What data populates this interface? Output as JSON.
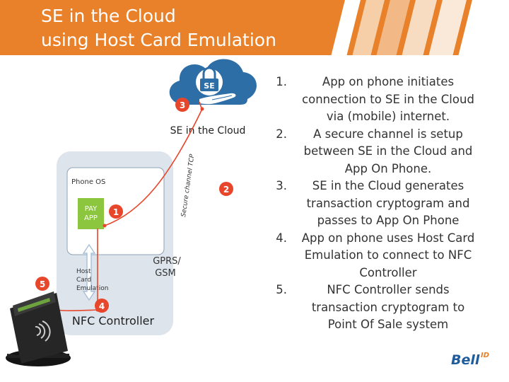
{
  "header": {
    "title_line1": "SE in the Cloud",
    "title_line2": "using Host Card Emulation"
  },
  "diagram": {
    "se_badge": "SE",
    "se_cloud_label": "SE in the Cloud",
    "phone_os_label": "Phone OS",
    "pay_app_label_line1": "PAY",
    "pay_app_label_line2": "APP",
    "hce_label_line1": "Host",
    "hce_label_line2": "Card",
    "hce_label_line3": "Emulation",
    "gprs_label_line1": "GPRS/",
    "gprs_label_line2": "GSM",
    "nfc_controller_label": "NFC Controller",
    "secure_channel_label": "Secure channel TCP",
    "markers": [
      "1",
      "2",
      "3",
      "4",
      "5"
    ]
  },
  "steps": [
    {
      "num": "1.",
      "text": "App on phone initiates connection to SE in the Cloud via (mobile) internet."
    },
    {
      "num": "2.",
      "text": "A secure channel is setup between SE in the Cloud and App On Phone."
    },
    {
      "num": "3.",
      "text": "SE in the Cloud generates transaction cryptogram and passes to App On Phone"
    },
    {
      "num": "4.",
      "text": "App on phone uses Host Card Emulation to connect to NFC Controller"
    },
    {
      "num": "5.",
      "text": "NFC Controller sends transaction cryptogram to Point Of Sale system"
    }
  ],
  "logo": {
    "text_main": "Bell",
    "text_sup": "ID"
  },
  "colors": {
    "header": "#e8812a",
    "marker": "#e8462a",
    "cloud": "#2e6ea6",
    "pay_app": "#8cc63f",
    "phone_fill": "#dde4ec",
    "phone_inner": "#ffffff",
    "line_red": "#e8462a",
    "hce_arrow": "#a7bfd8",
    "logo_blue": "#1f5c9e",
    "logo_orange": "#e8812a"
  },
  "icons": [
    "lock-icon",
    "hand-icon",
    "nfc-reader-icon",
    "contactless-icon",
    "cloud-icon"
  ]
}
